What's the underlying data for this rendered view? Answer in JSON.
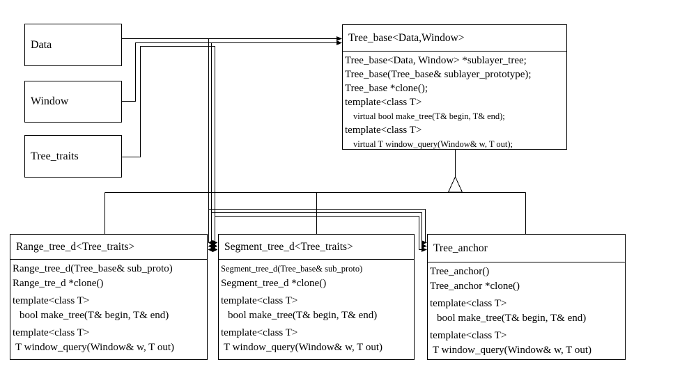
{
  "colors": {
    "line": "#000000",
    "background": "#ffffff",
    "text": "#000000"
  },
  "param_classes": [
    {
      "name": "Data"
    },
    {
      "name": "Window"
    },
    {
      "name": "Tree_traits"
    }
  ],
  "tree_base": {
    "title": "Tree_base<Data,Window>",
    "members": [
      "Tree_base<Data, Window> *sublayer_tree;",
      "Tree_base(Tree_base& sublayer_prototype);",
      "Tree_base *clone();",
      "template<class T>",
      "virtual bool make_tree(T& begin, T& end);",
      "template<class T>",
      "virtual T window_query(Window& w, T out);"
    ]
  },
  "range_tree_d": {
    "title": "Range_tree_d<Tree_traits>",
    "members": [
      "Range_tree_d(Tree_base& sub_proto)",
      "Range_tre_d *clone()",
      "template<class T>",
      "bool make_tree(T& begin, T& end)",
      "template<class T>",
      "T window_query(Window& w, T out)"
    ]
  },
  "segment_tree_d": {
    "title": "Segment_tree_d<Tree_traits>",
    "members": [
      "Segment_tree_d(Tree_base& sub_proto)",
      "Segment_tree_d *clone()",
      "template<class T>",
      "bool make_tree(T& begin, T& end)",
      "template<class T>",
      "T window_query(Window& w, T out)"
    ]
  },
  "tree_anchor": {
    "title": "Tree_anchor",
    "members": [
      "Tree_anchor()",
      "Tree_anchor *clone()",
      "template<class T>",
      "bool make_tree(T& begin, T& end)",
      "template<class T>",
      "T window_query(Window& w, T out)"
    ]
  }
}
